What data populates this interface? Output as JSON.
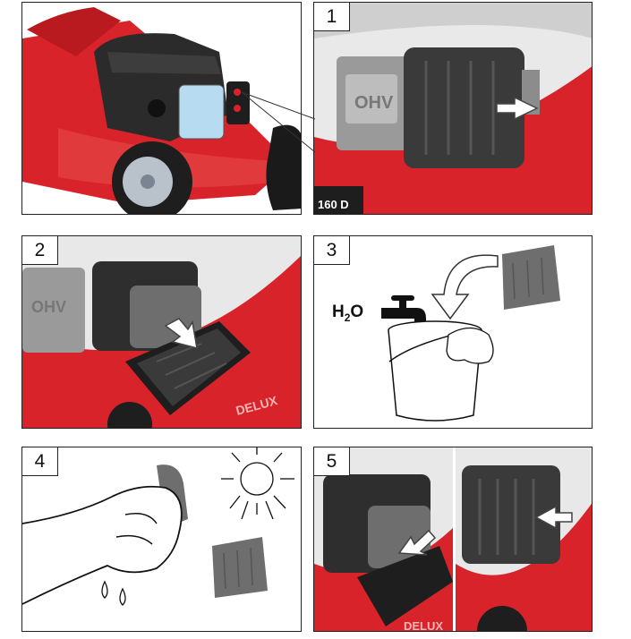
{
  "steps": [
    {
      "number": "1"
    },
    {
      "number": "2"
    },
    {
      "number": "3"
    },
    {
      "number": "4"
    },
    {
      "number": "5"
    }
  ],
  "water_formula": {
    "h": "H",
    "sub": "2",
    "o": "O"
  },
  "engine_label": "OHV",
  "deck_text": "160 D",
  "deck_text_2": "DELUX",
  "colors": {
    "mower_red": "#d8232a",
    "engine_black": "#2b2b2b",
    "sponge_gray": "#6e6e6e",
    "filter_cover": "#3a3a3a"
  },
  "icons": [
    "arrow-icon",
    "water-tap-icon",
    "bucket-icon",
    "cloth-icon",
    "sun-icon",
    "hand-icon",
    "water-drop-icon",
    "sponge-filter-icon"
  ]
}
